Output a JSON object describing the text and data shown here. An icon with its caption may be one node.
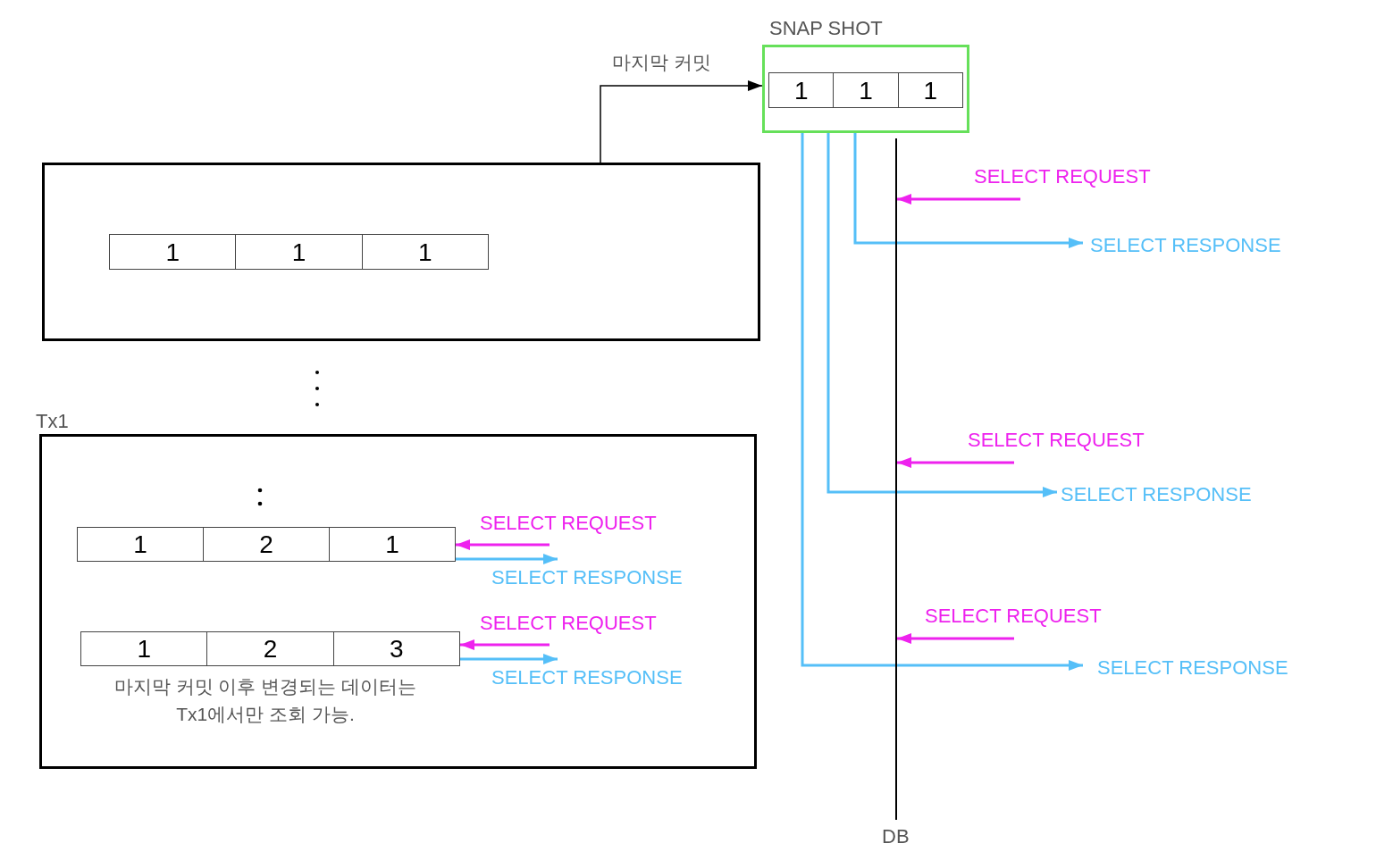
{
  "diagram": {
    "nodes": [
      {
        "text": [
          "SNAP SHOT"
        ]
      },
      {
        "text": [],
        "shape": "box",
        "in": 0
      },
      {
        "text": [
          "1"
        ],
        "in": 1
      },
      {
        "text": [
          "1"
        ],
        "in": 1
      },
      {
        "text": [
          "1"
        ],
        "in": 1
      },
      {
        "text": [],
        "shape": "box"
      },
      {
        "text": [],
        "shape": "box",
        "in": 5
      },
      {
        "text": [
          "1"
        ],
        "in": 6
      },
      {
        "text": [
          "1"
        ],
        "in": 6
      },
      {
        "text": [
          "1"
        ],
        "in": 6
      },
      {
        "text": [
          "Tx1"
        ]
      },
      {
        "text": [],
        "shape": "box",
        "in": 10
      },
      {
        "text": [
          "1"
        ],
        "in": 11
      },
      {
        "text": [
          "2"
        ],
        "in": 11
      },
      {
        "text": [
          "1"
        ],
        "in": 11
      },
      {
        "text": [],
        "shape": "box",
        "in": 10
      },
      {
        "text": [
          "1"
        ],
        "in": 15
      },
      {
        "text": [
          "2"
        ],
        "in": 15
      },
      {
        "text": [
          "3"
        ],
        "in": 15
      },
      {
        "text": [
          "DB"
        ]
      }
    ],
    "edges": [
      {
        "from": 5,
        "to": 0,
        "arrow": "to",
        "label": "마지막 커밋",
        "color": "#000000"
      },
      {
        "from": null,
        "to": 11,
        "arrow": "to",
        "label": "SELECT REQUEST",
        "color": "#ee22ee"
      },
      {
        "from": 11,
        "to": null,
        "arrow": "to",
        "label": "SELECT RESPONSE",
        "color": "#55bff8"
      },
      {
        "from": null,
        "to": 15,
        "arrow": "to",
        "label": "SELECT REQUEST",
        "color": "#ee22ee"
      },
      {
        "from": 15,
        "to": null,
        "arrow": "to",
        "label": "SELECT RESPONSE",
        "color": "#55bff8"
      },
      {
        "from": null,
        "to": 19,
        "arrow": "to",
        "label": "SELECT REQUEST",
        "color": "#ee22ee"
      },
      {
        "from": 0,
        "to": null,
        "arrow": "to",
        "label": "SELECT RESPONSE",
        "color": "#55bff8"
      },
      {
        "from": null,
        "to": 19,
        "arrow": "to",
        "label": "SELECT REQUEST",
        "color": "#ee22ee"
      },
      {
        "from": 0,
        "to": null,
        "arrow": "to",
        "label": "SELECT RESPONSE",
        "color": "#55bff8"
      },
      {
        "from": null,
        "to": 19,
        "arrow": "to",
        "label": "SELECT REQUEST",
        "color": "#ee22ee"
      },
      {
        "from": 0,
        "to": null,
        "arrow": "to",
        "label": "SELECT RESPONSE",
        "color": "#55bff8"
      }
    ],
    "labels": [
      "마지막 커밋 이후 변경되는 데이터는 Tx1에서만 조회 가능."
    ]
  }
}
